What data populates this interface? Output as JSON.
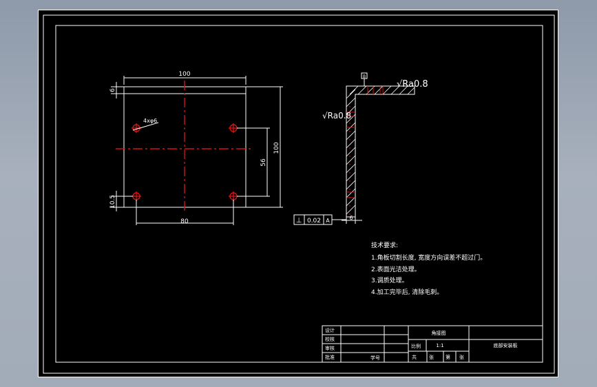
{
  "plate_view": {
    "dim_width_top": "100",
    "dim_thickness": "6",
    "dim_height": "100",
    "dim_hole_spacing_vertical": "56",
    "dim_hole_offset": "10.5",
    "dim_hole_spacing_horizontal": "80",
    "hole_callout": "4xφ6"
  },
  "section_view": {
    "roughness_top": "√Ra0.8",
    "roughness_left": "√Ra0.8",
    "datum_letter": "B",
    "tolerance_symbol": "⊥",
    "tolerance_value": "0.02",
    "tolerance_datum": "A",
    "dim_thickness_bottom": "6"
  },
  "tech_requirements": {
    "title": "技术要求:",
    "items": [
      "1.角板切割长度, 宽度方向误差不超过门。",
      "2.表面光洁处理。",
      "3.调质处理。",
      "4.加工完毕后, 清除毛刺。"
    ]
  },
  "title_block": {
    "design": "设计",
    "check": "校核",
    "review": "审核",
    "approve": "批准",
    "part_name": "角接图",
    "scale_label": "比例",
    "scale_value": "1:1",
    "drawing_title": "底部安装板",
    "sheet_total": "共",
    "sheet_unit": "张",
    "sheet_no": "第",
    "sheet_unit2": "张",
    "sign": "学号"
  }
}
